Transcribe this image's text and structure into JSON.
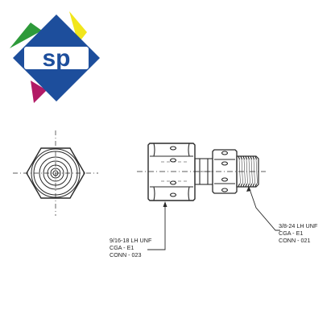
{
  "logo": {
    "text": "sp",
    "colors": {
      "diamond": "#1d4e9c",
      "yellow": "#f1e61c",
      "green": "#2e9a3a",
      "magenta": "#b21a66",
      "text_bg": "#ffffff",
      "text": "#1d4e9c"
    }
  },
  "callouts": {
    "left": {
      "line1": "9/16-18 LH UNF",
      "line2": "CGA - E1",
      "line3": "CONN - 023"
    },
    "right": {
      "line1": "3/8-24 LH UNF",
      "line2": "CGA - E1",
      "line3": "CONN - 021"
    }
  },
  "colors": {
    "line": "#2a2a2a",
    "background": "#ffffff"
  }
}
